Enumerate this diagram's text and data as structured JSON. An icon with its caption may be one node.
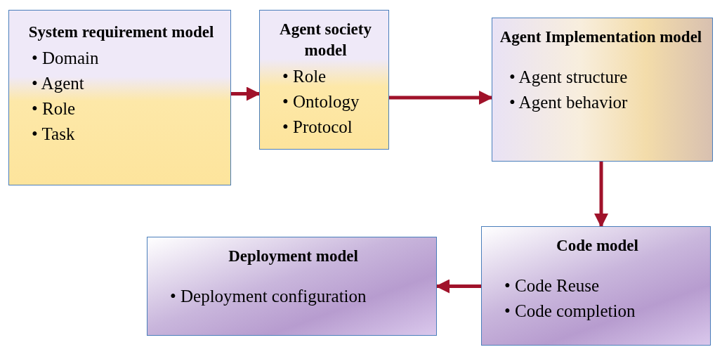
{
  "diagram": {
    "nodes": [
      {
        "text": [
          "System requirement model",
          "• Domain",
          "• Agent",
          "• Role",
          "• Task"
        ]
      },
      {
        "text": [
          "Agent society model",
          "• Role",
          "• Ontology",
          "• Protocol"
        ]
      },
      {
        "text": [
          "Agent Implementation model",
          "• Agent structure",
          "• Agent behavior"
        ]
      },
      {
        "text": [
          "Deployment model",
          "• Deployment configuration"
        ]
      },
      {
        "text": [
          "Code model",
          "• Code Reuse",
          "• Code completion"
        ]
      }
    ],
    "edges": [
      {
        "from": 0,
        "to": 1,
        "arrow": "to"
      },
      {
        "from": 1,
        "to": 2,
        "arrow": "to"
      },
      {
        "from": 2,
        "to": 4,
        "arrow": "to"
      },
      {
        "from": 4,
        "to": 3,
        "arrow": "to"
      }
    ]
  }
}
